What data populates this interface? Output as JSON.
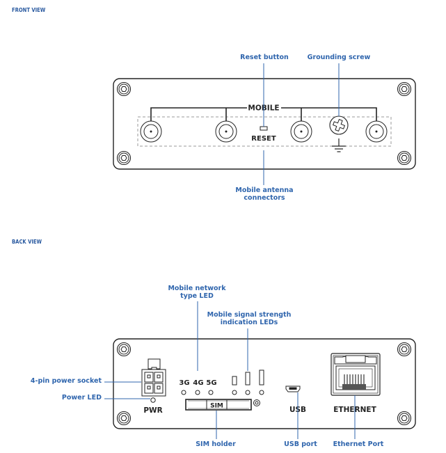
{
  "front_view": {
    "title": "FRONT VIEW",
    "panel_labels": {
      "mobile": "MOBILE",
      "reset": "RESET"
    },
    "callouts": {
      "reset_button": "Reset button",
      "grounding_screw": "Grounding screw",
      "mobile_antenna_line1": "Mobile antenna",
      "mobile_antenna_line2": "connectors"
    },
    "antenna_connector_count": 4
  },
  "back_view": {
    "title": "BACK VIEW",
    "panel_labels": {
      "g3": "3G",
      "g4": "4G",
      "g5": "5G",
      "sim": "SIM",
      "pwr": "PWR",
      "usb": "USB",
      "ethernet": "ETHERNET"
    },
    "callouts": {
      "network_led_line1": "Mobile network",
      "network_led_line2": "type LED",
      "signal_led_line1": "Mobile signal strength",
      "signal_led_line2": "indication LEDs",
      "power_socket": "4-pin power socket",
      "power_led": "Power LED",
      "sim_holder": "SIM holder",
      "usb_port": "USB port",
      "ethernet_port": "Ethernet Port"
    }
  },
  "colors": {
    "callout": "#2f65ad",
    "title": "#2a5aa0",
    "outline": "#222222",
    "dashed": "#9a9a9a"
  }
}
